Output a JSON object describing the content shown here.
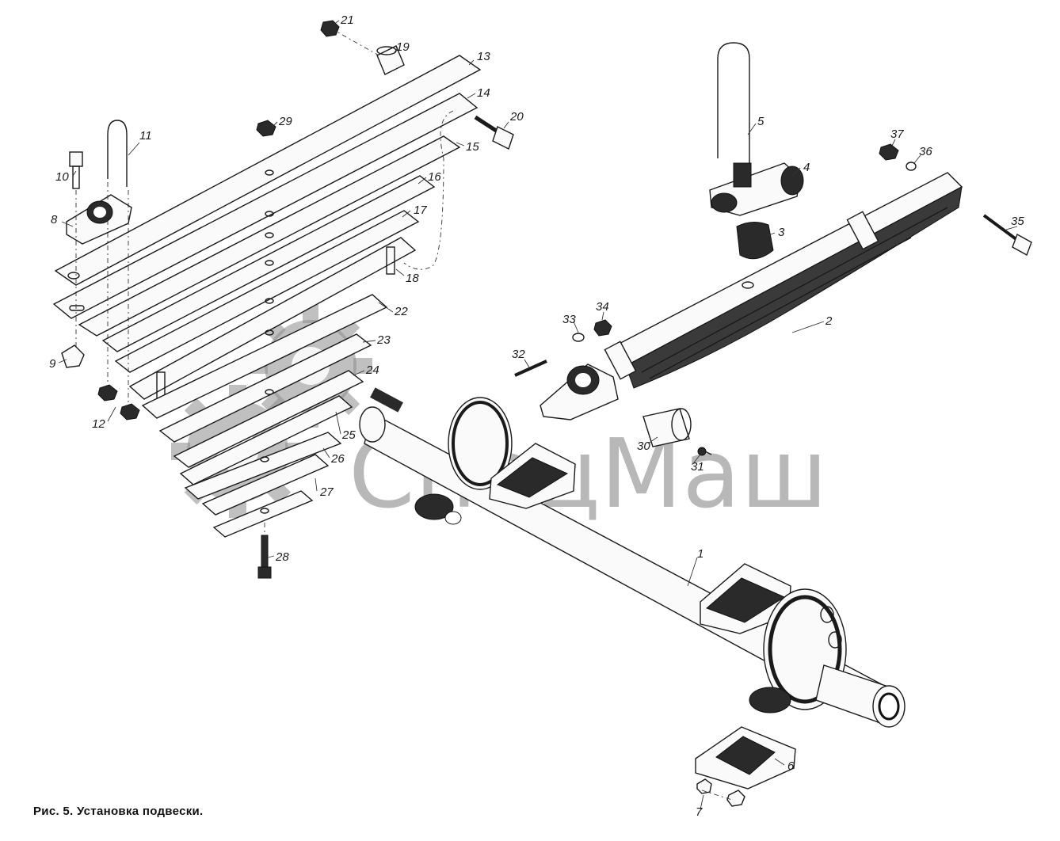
{
  "caption": "Рис. 5. Установка подвески.",
  "watermark": {
    "text": "СпецМаш",
    "color": "#8d8d8d"
  },
  "callouts": [
    "1",
    "2",
    "3",
    "4",
    "5",
    "6",
    "7",
    "8",
    "9",
    "10",
    "11",
    "12",
    "13",
    "14",
    "15",
    "16",
    "17",
    "18",
    "19",
    "20",
    "21",
    "22",
    "23",
    "24",
    "25",
    "26",
    "27",
    "28",
    "29",
    "30",
    "31",
    "32",
    "33",
    "34",
    "35",
    "36",
    "37"
  ]
}
